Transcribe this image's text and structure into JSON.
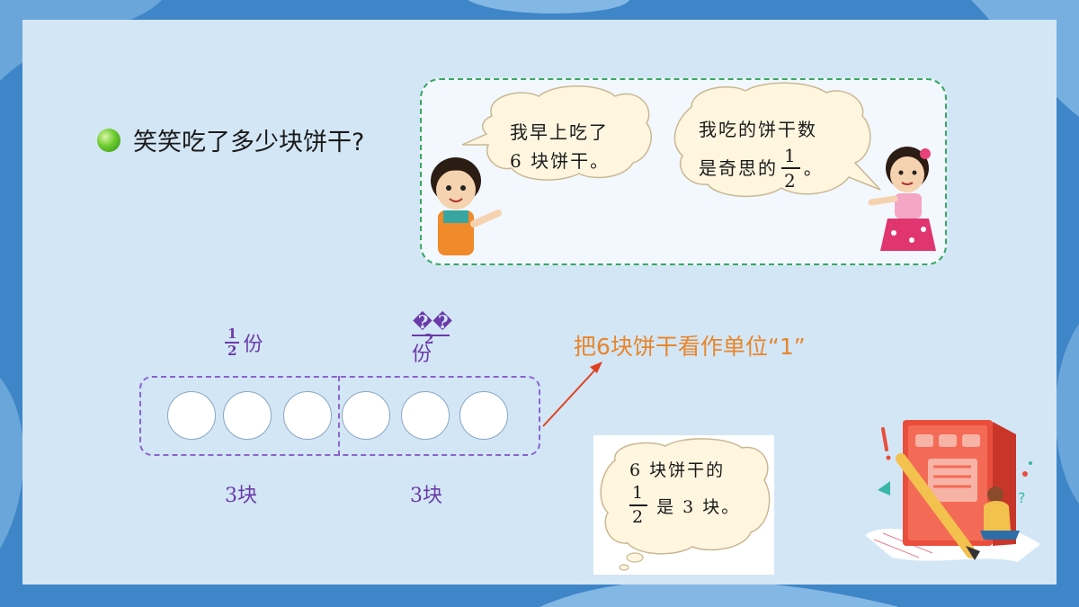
{
  "question": {
    "text": "笑笑吃了多少块饼干?"
  },
  "boy_bubble": {
    "line1": "我早上吃了",
    "line2": "6 块饼干。"
  },
  "girl_bubble": {
    "line1": "我吃的饼干数",
    "line2_prefix": "是奇思的",
    "frac_num": "1",
    "frac_den": "2",
    "line2_suffix": "。"
  },
  "diagram": {
    "left_label_num": "1",
    "left_label_den": "2",
    "left_label_unit": "份",
    "right_label_top": "��",
    "right_label_den": "2",
    "right_label_unit": "份",
    "cookie_count": 6,
    "left_blocks": "3块",
    "right_blocks": "3块"
  },
  "unit_note": {
    "text": "把6块饼干看作单位“1”"
  },
  "card": {
    "line1": "6 块饼干的",
    "frac_num": "1",
    "frac_den": "2",
    "line2_suffix": "是 3 块。"
  },
  "colors": {
    "accent_green": "#35a862",
    "purple": "#6a3aa8",
    "orange": "#e8852a",
    "panel": "#d3e6f6",
    "frame": "#3f86c8"
  },
  "icons": [
    "green-dot-icon",
    "boy-illustration",
    "girl-illustration",
    "book-reading-illustration",
    "arrow-icon"
  ]
}
